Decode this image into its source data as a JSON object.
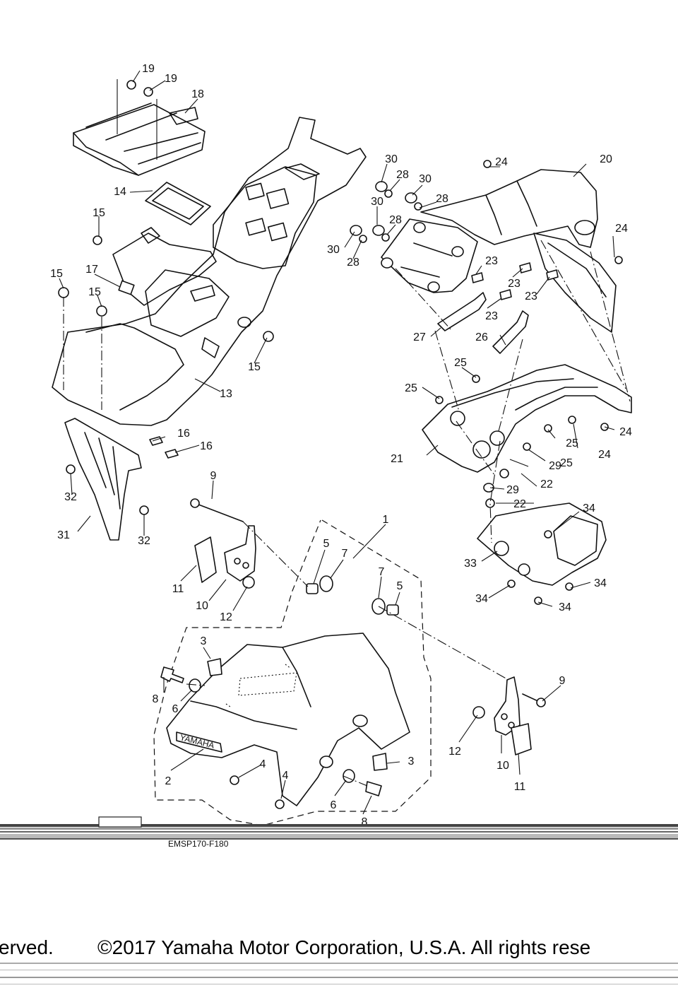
{
  "diagram": {
    "callouts": [
      {
        "id": "c19a",
        "label": "19"
      },
      {
        "id": "c19b",
        "label": "19"
      },
      {
        "id": "c18",
        "label": "18"
      },
      {
        "id": "c14",
        "label": "14"
      },
      {
        "id": "c15a",
        "label": "15"
      },
      {
        "id": "c15b",
        "label": "15"
      },
      {
        "id": "c15c",
        "label": "15"
      },
      {
        "id": "c15d",
        "label": "15"
      },
      {
        "id": "c17",
        "label": "17"
      },
      {
        "id": "c13",
        "label": "13"
      },
      {
        "id": "c16a",
        "label": "16"
      },
      {
        "id": "c16b",
        "label": "16"
      },
      {
        "id": "c32a",
        "label": "32"
      },
      {
        "id": "c32b",
        "label": "32"
      },
      {
        "id": "c31",
        "label": "31"
      },
      {
        "id": "c30a",
        "label": "30"
      },
      {
        "id": "c30b",
        "label": "30"
      },
      {
        "id": "c30c",
        "label": "30"
      },
      {
        "id": "c30d",
        "label": "30"
      },
      {
        "id": "c28a",
        "label": "28"
      },
      {
        "id": "c28b",
        "label": "28"
      },
      {
        "id": "c28c",
        "label": "28"
      },
      {
        "id": "c28d",
        "label": "28"
      },
      {
        "id": "c24a",
        "label": "24"
      },
      {
        "id": "c20",
        "label": "20"
      },
      {
        "id": "c24b",
        "label": "24"
      },
      {
        "id": "c23a",
        "label": "23"
      },
      {
        "id": "c23b",
        "label": "23"
      },
      {
        "id": "c23c",
        "label": "23"
      },
      {
        "id": "c23d",
        "label": "23"
      },
      {
        "id": "c27",
        "label": "27"
      },
      {
        "id": "c26",
        "label": "26"
      },
      {
        "id": "c25a",
        "label": "25"
      },
      {
        "id": "c25b",
        "label": "25"
      },
      {
        "id": "c25c",
        "label": "25"
      },
      {
        "id": "c25d",
        "label": "25"
      },
      {
        "id": "c24c",
        "label": "24"
      },
      {
        "id": "c24d",
        "label": "24"
      },
      {
        "id": "c21",
        "label": "21"
      },
      {
        "id": "c29a",
        "label": "29"
      },
      {
        "id": "c29b",
        "label": "29"
      },
      {
        "id": "c22a",
        "label": "22"
      },
      {
        "id": "c22b",
        "label": "22"
      },
      {
        "id": "c34a",
        "label": "34"
      },
      {
        "id": "c34b",
        "label": "34"
      },
      {
        "id": "c34c",
        "label": "34"
      },
      {
        "id": "c34d",
        "label": "34"
      },
      {
        "id": "c33",
        "label": "33"
      },
      {
        "id": "c9a",
        "label": "9"
      },
      {
        "id": "c1",
        "label": "1"
      },
      {
        "id": "c5a",
        "label": "5"
      },
      {
        "id": "c7a",
        "label": "7"
      },
      {
        "id": "c11a",
        "label": "11"
      },
      {
        "id": "c10a",
        "label": "10"
      },
      {
        "id": "c12a",
        "label": "12"
      },
      {
        "id": "c7b",
        "label": "7"
      },
      {
        "id": "c5b",
        "label": "5"
      },
      {
        "id": "c3a",
        "label": "3"
      },
      {
        "id": "c8a",
        "label": "8"
      },
      {
        "id": "c6a",
        "label": "6"
      },
      {
        "id": "c9b",
        "label": "9"
      },
      {
        "id": "c12b",
        "label": "12"
      },
      {
        "id": "c10b",
        "label": "10"
      },
      {
        "id": "c11b",
        "label": "11"
      },
      {
        "id": "c3b",
        "label": "3"
      },
      {
        "id": "c4a",
        "label": "4"
      },
      {
        "id": "c4b",
        "label": "4"
      },
      {
        "id": "c2",
        "label": "2"
      },
      {
        "id": "c6b",
        "label": "6"
      },
      {
        "id": "c8b",
        "label": "8"
      }
    ],
    "fender_brand": "YAMAHA",
    "copyright_line": "erved.        ©2017 Yamaha Motor Corporation, U.S.A. All rights rese",
    "diagram_code": "EMSP170-F180"
  }
}
